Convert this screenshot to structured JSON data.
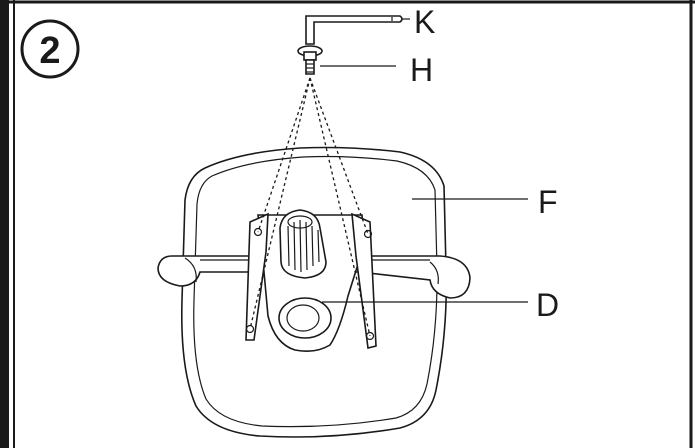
{
  "step": {
    "number": "2"
  },
  "callouts": {
    "k": "K",
    "h": "H",
    "f": "F",
    "d": "D"
  }
}
